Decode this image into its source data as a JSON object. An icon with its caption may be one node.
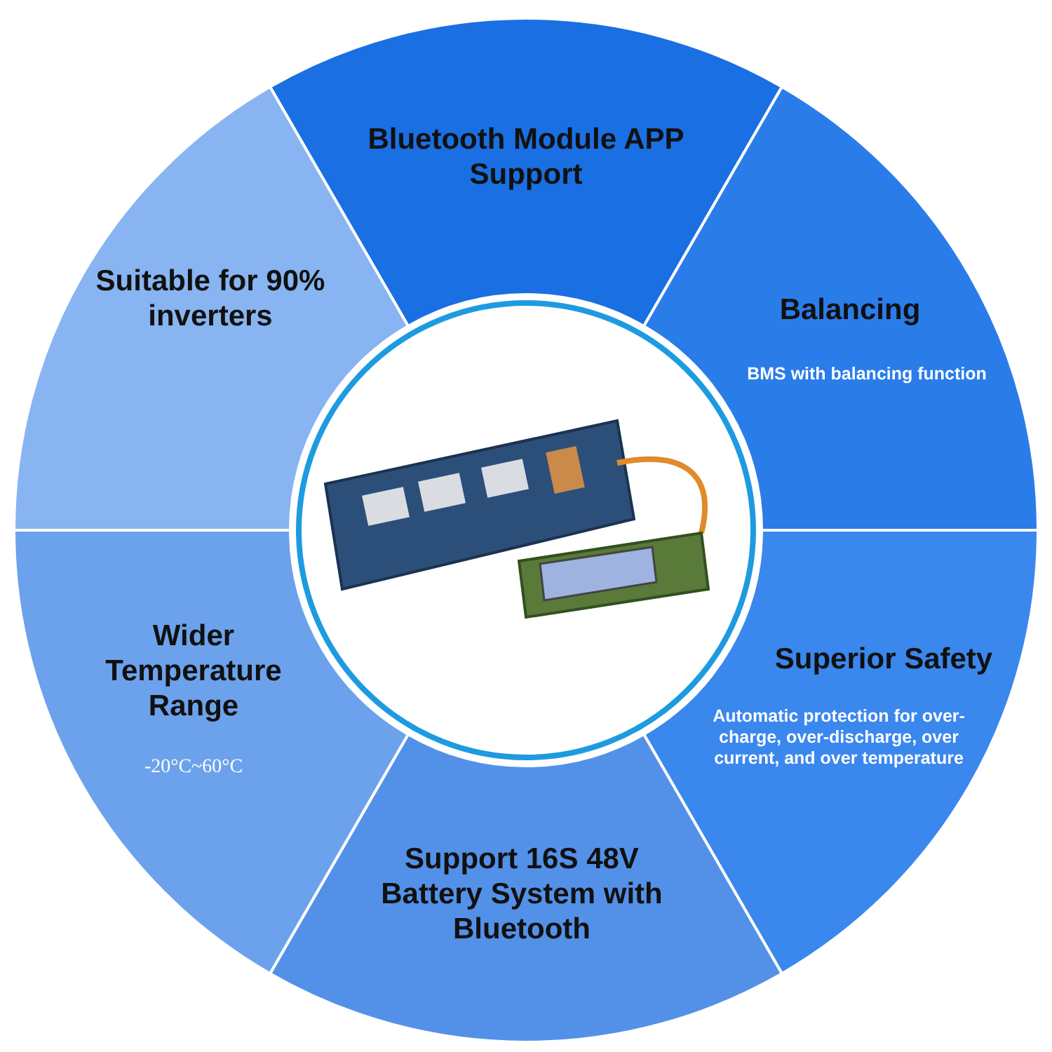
{
  "diagram": {
    "nodes": [
      {
        "text": [
          "Bluetooth Module APP Support"
        ]
      },
      {
        "text": [
          "Balancing",
          "BMS with balancing function"
        ]
      },
      {
        "text": [
          "Superior Safety",
          "Automatic protection for over-charge, over-discharge, over current, and over temperature"
        ]
      },
      {
        "text": [
          "Support 16S 48V Battery System with Bluetooth"
        ]
      },
      {
        "text": [
          "Wider Temperature Range",
          "-20°C~60°C"
        ]
      },
      {
        "text": [
          "Suitable for 90% inverters"
        ]
      },
      {
        "text": [],
        "shape": "picture"
      }
    ]
  }
}
